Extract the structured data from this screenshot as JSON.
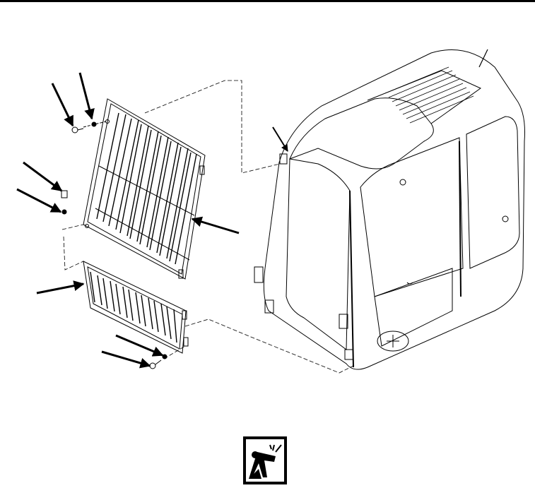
{
  "page": {
    "header_rule": true,
    "figure": {
      "description": "Exploded isometric line drawing: front window guard (upper grille and lower grille) removed from excavator operator cab",
      "components": [
        {
          "id": "upper-guard",
          "label": "Upper front guard grille"
        },
        {
          "id": "lower-guard",
          "label": "Lower front guard grille"
        },
        {
          "id": "cab",
          "label": "Operator cab"
        },
        {
          "id": "upper-bolt",
          "label": "Bolt (upper left)"
        },
        {
          "id": "upper-washer",
          "label": "Washer (upper left)"
        },
        {
          "id": "mid-bolt",
          "label": "Bolt (middle left)"
        },
        {
          "id": "mid-washer",
          "label": "Washer (middle left)"
        },
        {
          "id": "lower-washer",
          "label": "Washer (lower)"
        },
        {
          "id": "lower-bolt",
          "label": "Bolt (lower)"
        },
        {
          "id": "cab-bracket",
          "label": "Cab mounting bracket"
        },
        {
          "id": "antenna",
          "label": "Roof antenna"
        }
      ],
      "callout_count": 10,
      "colors": {
        "line": "#000000",
        "background": "#ffffff"
      }
    },
    "warning_icon": {
      "name": "heavy-lift-warning",
      "description": "Heavy object lifting hazard pictogram (person bending to lift)"
    }
  }
}
